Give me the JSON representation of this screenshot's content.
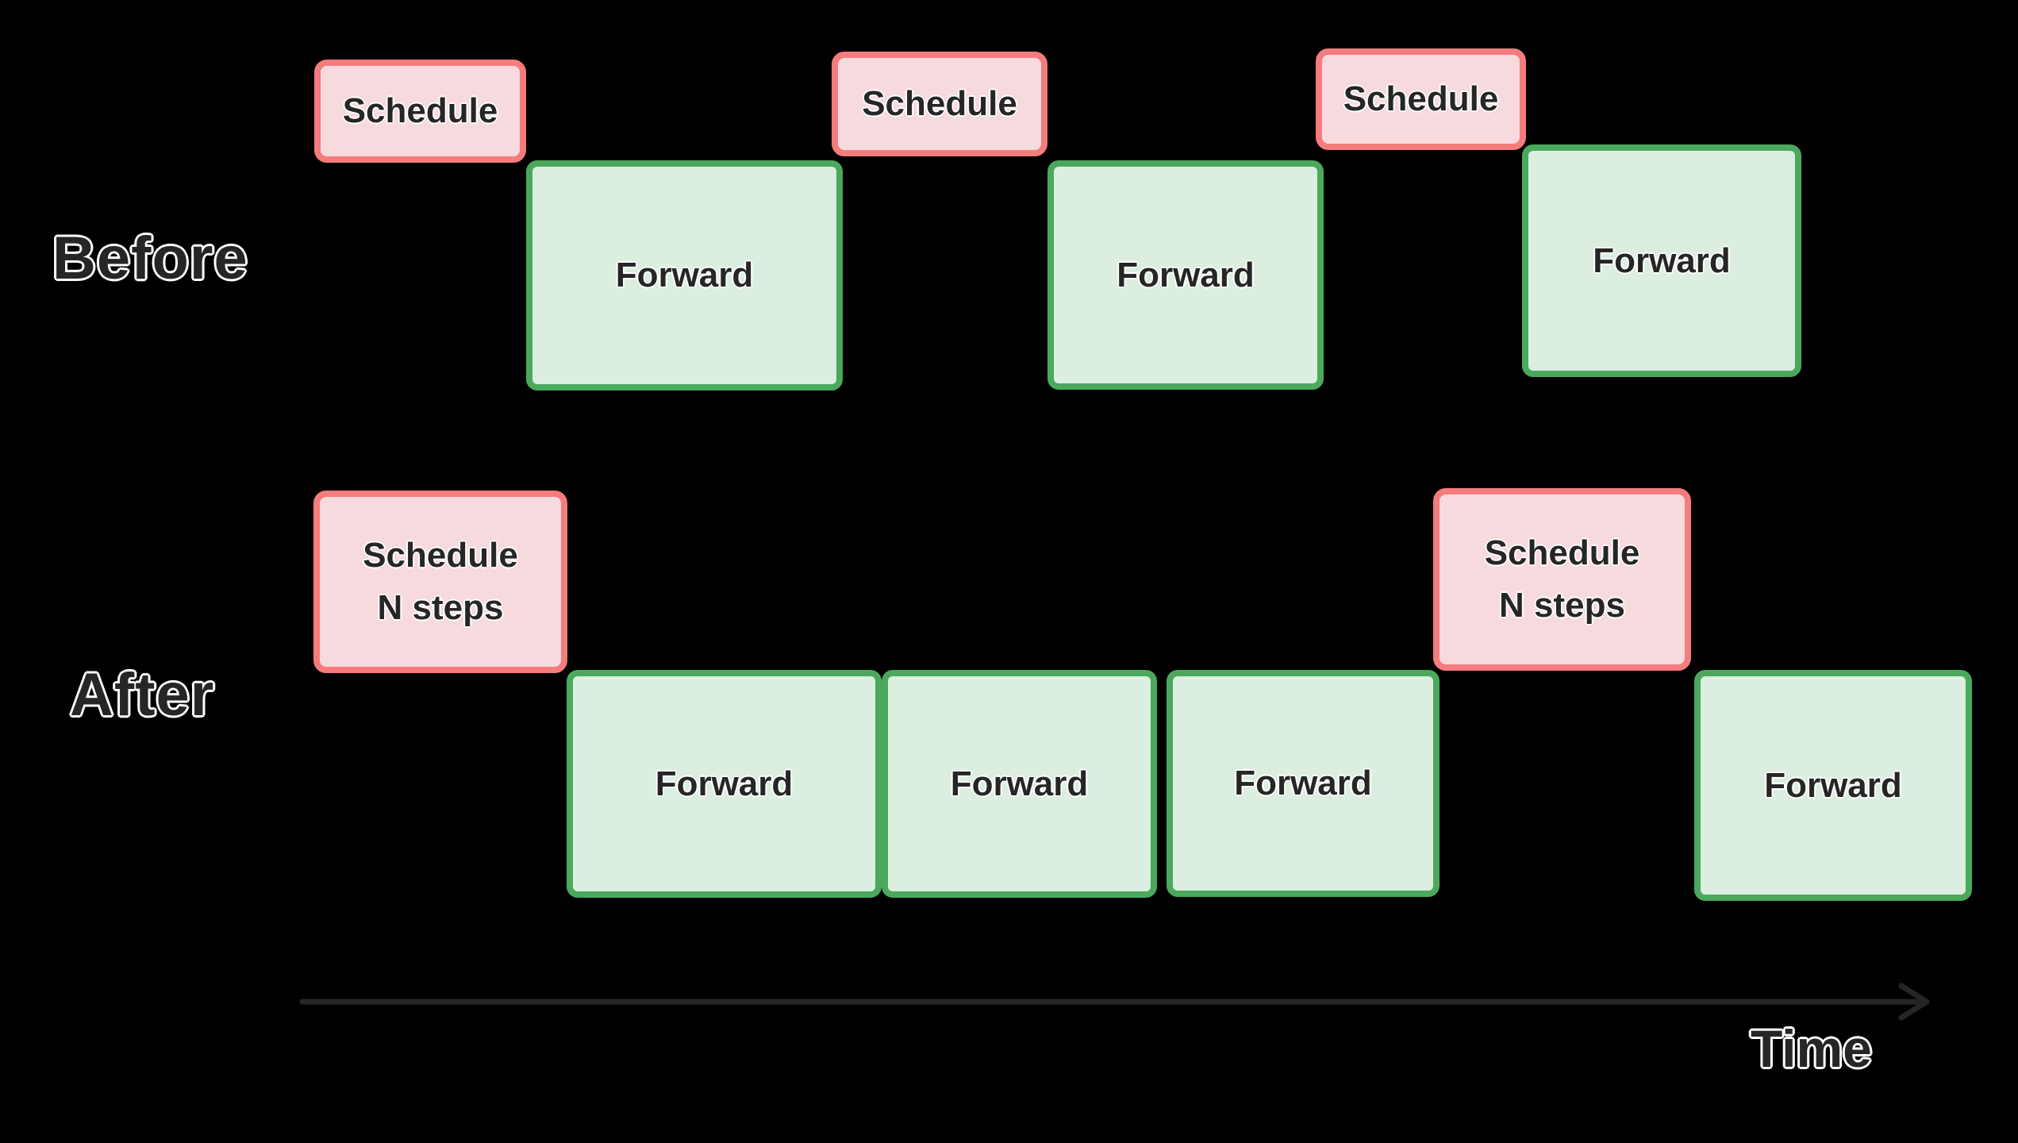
{
  "colors": {
    "background": "#000000",
    "schedule_fill": "#f7dadd",
    "schedule_border": "#f47c7c",
    "forward_fill": "#dbeedf",
    "forward_border": "#4aa95c",
    "text": "#262626",
    "arrow": "#262626"
  },
  "before": {
    "row_label": "Before",
    "boxes": [
      {
        "kind": "schedule",
        "label": "Schedule"
      },
      {
        "kind": "forward",
        "label": "Forward"
      },
      {
        "kind": "schedule",
        "label": "Schedule"
      },
      {
        "kind": "forward",
        "label": "Forward"
      },
      {
        "kind": "schedule",
        "label": "Schedule"
      },
      {
        "kind": "forward",
        "label": "Forward"
      }
    ]
  },
  "after": {
    "row_label": "After",
    "boxes": [
      {
        "kind": "schedule",
        "label": "Schedule",
        "label_line2": "N steps"
      },
      {
        "kind": "forward",
        "label": "Forward"
      },
      {
        "kind": "forward",
        "label": "Forward"
      },
      {
        "kind": "forward",
        "label": "Forward"
      },
      {
        "kind": "schedule",
        "label": "Schedule",
        "label_line2": "N steps"
      },
      {
        "kind": "forward",
        "label": "Forward"
      }
    ]
  },
  "axis": {
    "label": "Time"
  }
}
